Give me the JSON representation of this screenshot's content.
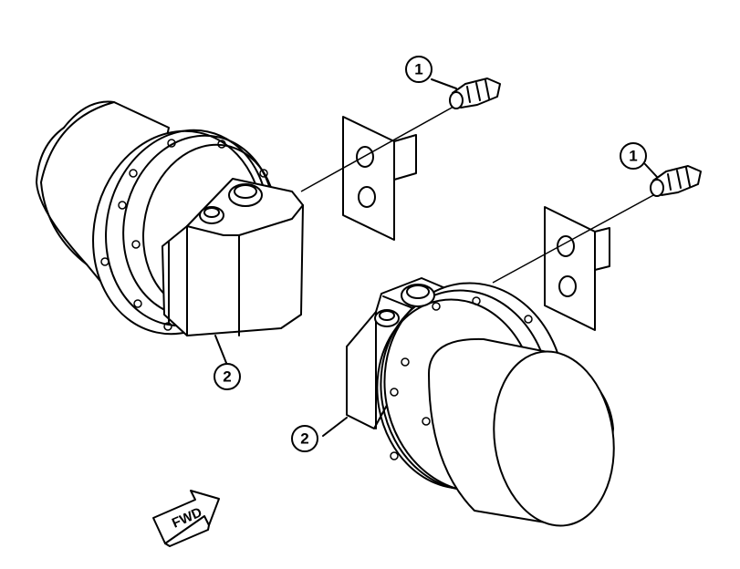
{
  "callouts": [
    {
      "id": "callout-1-top",
      "label": "1"
    },
    {
      "id": "callout-1-right",
      "label": "1"
    },
    {
      "id": "callout-2-left",
      "label": "2"
    },
    {
      "id": "callout-2-right",
      "label": "2"
    }
  ],
  "direction_arrow": {
    "label": "FWD"
  }
}
